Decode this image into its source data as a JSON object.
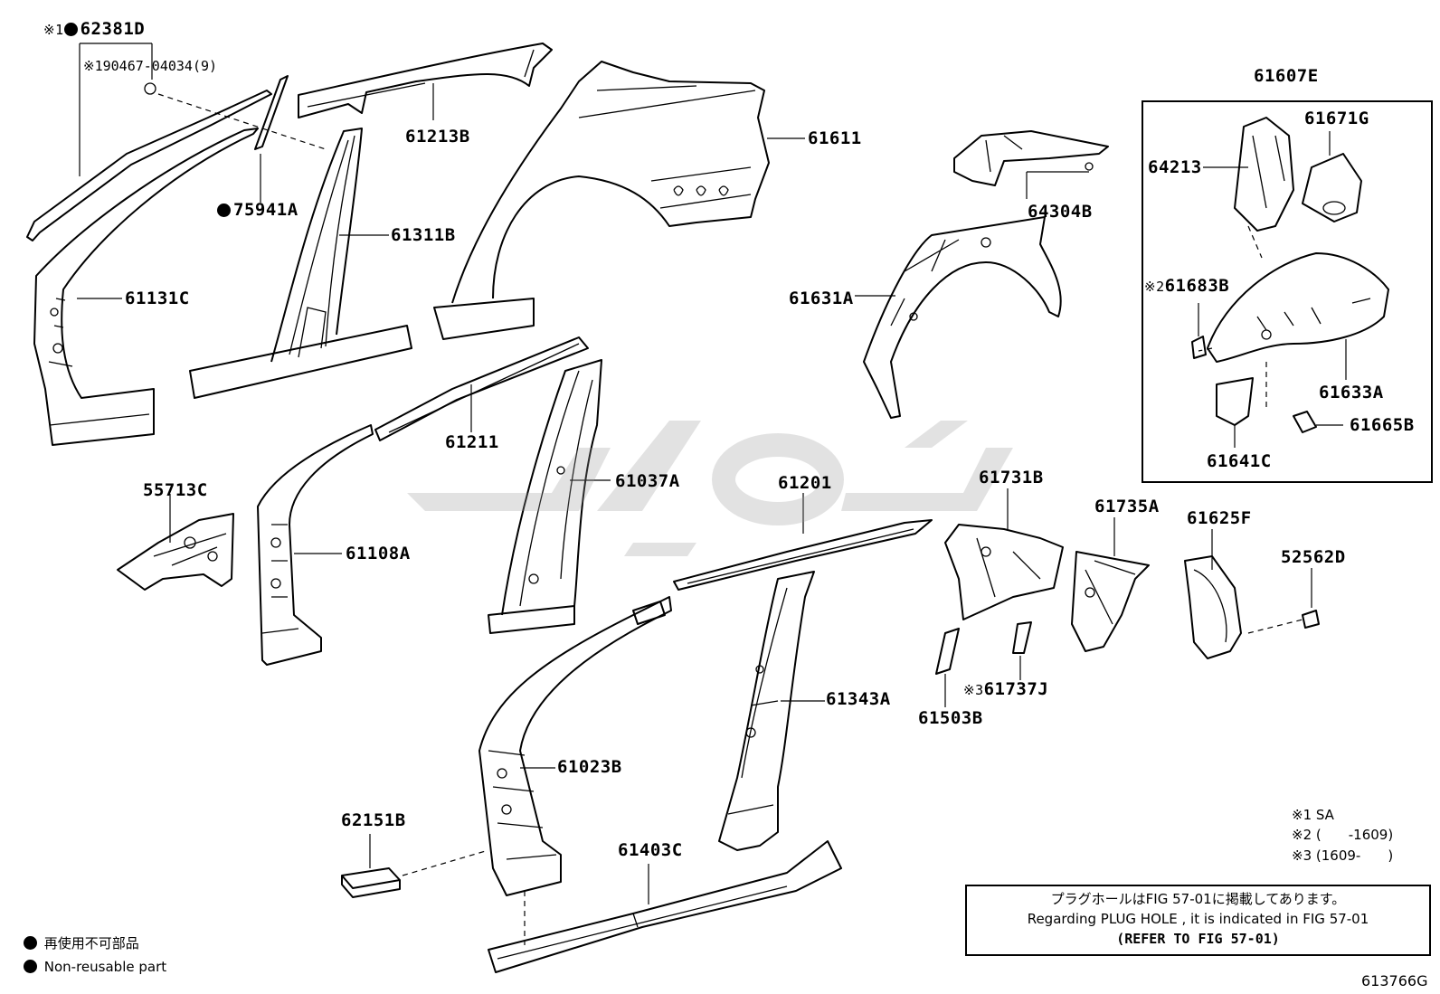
{
  "labels": {
    "p62381D": "62381D",
    "p90467": "90467-04034(9)",
    "p75941A": "75941A",
    "p61213B": "61213B",
    "p61611": "61611",
    "p61311B": "61311B",
    "p61131C": "61131C",
    "p64304B": "64304B",
    "p61631A": "61631A",
    "p61607E": "61607E",
    "p61671G": "61671G",
    "p64213": "64213",
    "p61683B": "61683B",
    "p61633A": "61633A",
    "p61665B": "61665B",
    "p61641C": "61641C",
    "p61211": "61211",
    "p55713C": "55713C",
    "p61108A": "61108A",
    "p61037A": "61037A",
    "p61201": "61201",
    "p61731B": "61731B",
    "p61735A": "61735A",
    "p61625F": "61625F",
    "p52562D": "52562D",
    "p61737J": "61737J",
    "p61503B": "61503B",
    "p61343A": "61343A",
    "p61023B": "61023B",
    "p62151B": "62151B",
    "p61403C": "61403C"
  },
  "marks": {
    "m1": "※1",
    "m2": "※2",
    "m3": "※3"
  },
  "notes": {
    "n1": "※1 SA",
    "n2": "※2 (　　-1609)",
    "n3": "※3 (1609-　　)"
  },
  "reference": {
    "line1": "プラグホールはFIG 57-01に掲載してあります。",
    "line2": "Regarding PLUG HOLE , it is indicated in FIG 57-01",
    "line3": "(REFER TO FIG 57-01)"
  },
  "legend": {
    "jp": "再使用不可部品",
    "en": "Non-reusable part"
  },
  "figure_id": "613766G",
  "colors": {
    "line": "#000000",
    "watermark": "#9a9a9a",
    "background": "#ffffff"
  }
}
